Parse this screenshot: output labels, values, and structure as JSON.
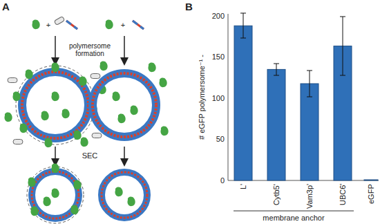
{
  "diagram": {
    "labels": [
      "A",
      "B",
      "+",
      "+",
      "polymersome formation",
      "SEC",
      "# eGFP polymersome⁻¹ -",
      "0",
      "50",
      "100",
      "150",
      "200",
      "L'",
      "Cytb5'",
      "Vam3p'",
      "UBC6'",
      "eGFP",
      "membrane anchor"
    ]
  }
}
